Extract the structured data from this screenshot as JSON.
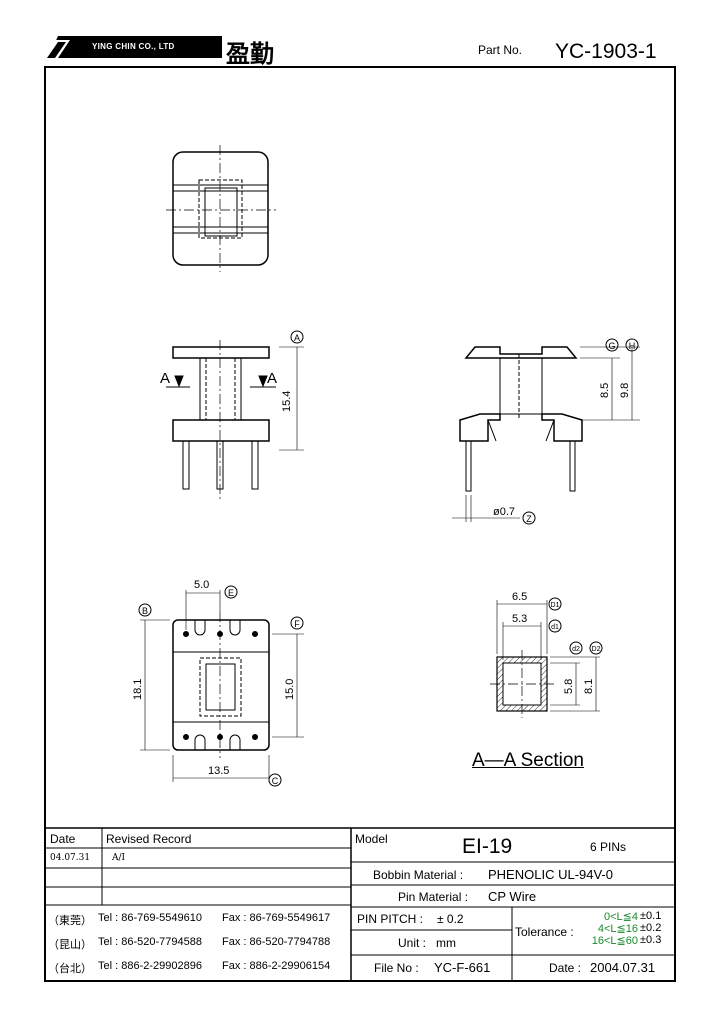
{
  "header": {
    "company": "YING CHIN CO., LTD",
    "company_cjk": "盈勤",
    "part_no_label": "Part No.",
    "part_no": "YC-1903-1"
  },
  "drawing": {
    "label_a_left": "A",
    "label_a_right": "A",
    "dim_15_4": "15.4",
    "dim_8_5": "8.5",
    "dim_9_8": "9.8",
    "dim_pin": "ø0.7",
    "dim_5_0": "5.0",
    "dim_18_1": "18.1",
    "dim_15_0": "15.0",
    "dim_13_5": "13.5",
    "dim_6_5": "6.5",
    "dim_5_3": "5.3",
    "dim_5_8": "5.8",
    "dim_8_1": "8.1",
    "tag_A": "A",
    "tag_G": "G",
    "tag_H": "H",
    "tag_Z": "Z",
    "tag_E": "E",
    "tag_B": "B",
    "tag_F": "F",
    "tag_C": "C",
    "tag_D1": "D1",
    "tag_d1": "d1",
    "tag_d2": "d2",
    "tag_D2": "D2",
    "section_title": "A—A Section"
  },
  "revision": {
    "col_date": "Date",
    "col_record": "Revised Record",
    "rows": [
      {
        "date": "04.07.31",
        "record": "A/I"
      },
      {
        "date": "",
        "record": ""
      },
      {
        "date": "",
        "record": ""
      }
    ]
  },
  "contacts": [
    {
      "loc": "（東莞）",
      "tel": "Tel : 86-769-5549610",
      "fax": "Fax : 86-769-5549617"
    },
    {
      "loc": "（昆山）",
      "tel": "Tel : 86-520-7794588",
      "fax": "Fax : 86-520-7794788"
    },
    {
      "loc": "（台北）",
      "tel": "Tel : 886-2-29902896",
      "fax": "Fax : 886-2-29906154"
    }
  ],
  "spec": {
    "model_label": "Model",
    "model": "EI-19",
    "pins": "6 PINs",
    "bobbin_label": "Bobbin  Material :",
    "bobbin": "PHENOLIC UL-94V-0",
    "pin_label": "Pin  Material :",
    "pin": "CP Wire",
    "pitch_label": "PIN  PITCH :",
    "pitch": "± 0.2",
    "unit_label": "Unit :",
    "unit": "mm",
    "tolerance_label": "Tolerance :",
    "tol_rows": [
      {
        "range": "0<L≦4",
        "value": "±0.1"
      },
      {
        "range": "4<L≦16",
        "value": "±0.2"
      },
      {
        "range": "16<L≦60",
        "value": "±0.3"
      }
    ],
    "file_label": "File  No :",
    "file": "YC-F-661",
    "date_label": "Date :",
    "date": "2004.07.31"
  }
}
